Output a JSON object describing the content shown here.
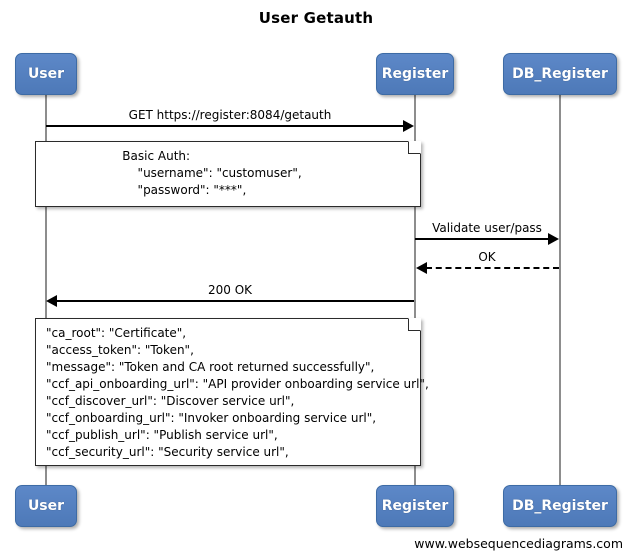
{
  "diagram": {
    "title": "User Getauth",
    "footer": "www.websequencediagrams.com",
    "colors": {
      "actor_fill": "#5580c1",
      "actor_border": "#3d6ba5",
      "actor_text": "#ffffff",
      "lifeline": "#8d8d8d",
      "arrow": "#000000",
      "note_fill": "#ffffff",
      "note_border": "#2b2b2b",
      "background": "#ffffff"
    }
  },
  "actors": [
    {
      "id": "user",
      "label": "User"
    },
    {
      "id": "register",
      "label": "Register"
    },
    {
      "id": "db_register",
      "label": "DB_Register"
    }
  ],
  "actors_bottom": [
    {
      "id": "user",
      "label": "User"
    },
    {
      "id": "register",
      "label": "Register"
    },
    {
      "id": "db_register",
      "label": "DB_Register"
    }
  ],
  "messages": [
    {
      "id": "m1",
      "label": "GET https://register:8084/getauth",
      "from": "User",
      "to": "Register",
      "direction": "right",
      "style": "solid"
    },
    {
      "id": "m2",
      "label": "Validate user/pass",
      "from": "Register",
      "to": "DB_Register",
      "direction": "right",
      "style": "solid"
    },
    {
      "id": "m3",
      "label": "OK",
      "from": "DB_Register",
      "to": "Register",
      "direction": "left",
      "style": "dashed"
    },
    {
      "id": "m4",
      "label": "200 OK",
      "from": "Register",
      "to": "User",
      "direction": "left",
      "style": "solid"
    }
  ],
  "notes": [
    {
      "id": "note1",
      "lines": [
        "                    Basic Auth:",
        "                        \"username\": \"customuser\",",
        "                        \"password\": \"***\","
      ]
    },
    {
      "id": "note2",
      "lines": [
        "\"ca_root\": \"Certificate\",",
        "\"access_token\": \"Token\",",
        "\"message\": \"Token and CA root returned successfully\",",
        "\"ccf_api_onboarding_url\": \"API provider onboarding service url\",",
        "\"ccf_discover_url\": \"Discover service url\",",
        "\"ccf_onboarding_url\": \"Invoker onboarding service url\",",
        "\"ccf_publish_url\": \"Publish service url\",",
        "\"ccf_security_url\": \"Security service url\","
      ]
    }
  ]
}
